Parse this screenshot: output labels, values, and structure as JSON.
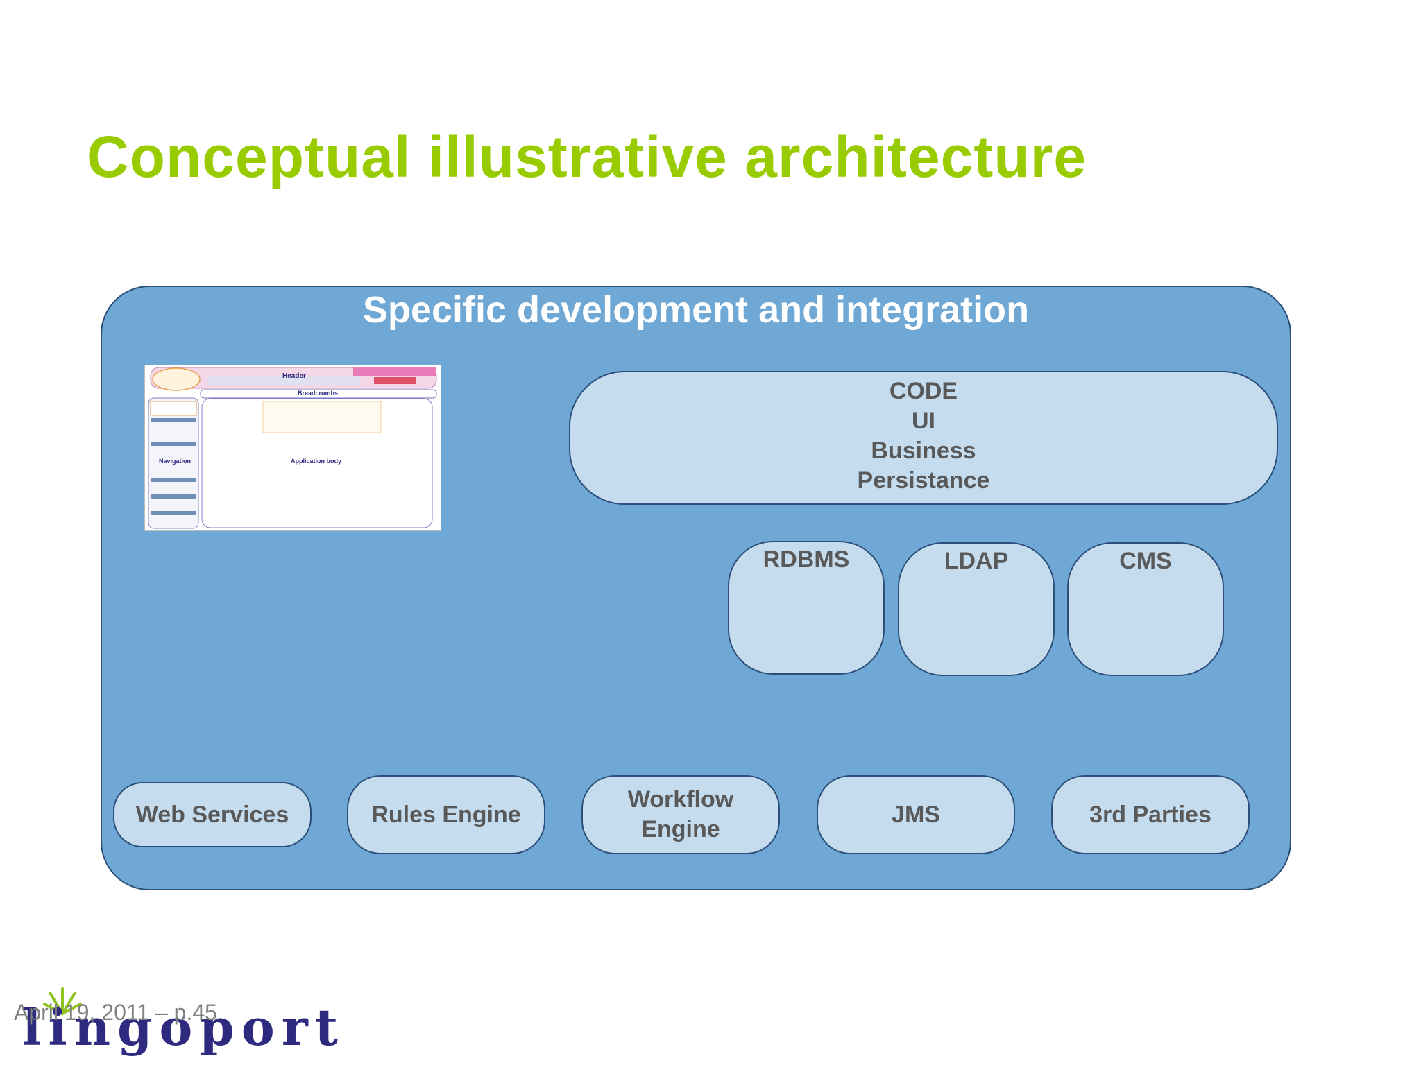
{
  "title": "Conceptual illustrative architecture",
  "outer_label": "Specific development and integration",
  "mockup": {
    "header": "Header",
    "breadcrumbs": "Breadcrumbs",
    "navigation": "Navigation",
    "application_body": "Application body"
  },
  "code_box": {
    "lines": [
      "CODE",
      "UI",
      "Business",
      "Persistance"
    ]
  },
  "data_stores": [
    "RDBMS",
    "LDAP",
    "CMS"
  ],
  "bottom": {
    "web_services": "Web Services",
    "rules_engine": "Rules Engine",
    "workflow_line1": "Workflow",
    "workflow_line2": "Engine",
    "jms": "JMS",
    "third_parties": "3rd Parties"
  },
  "footer": {
    "date": "April 19, 2011 – p.45",
    "logo_text": "lingoport"
  },
  "colors": {
    "title": "#99cc00",
    "outer_fill": "#6fa8d4",
    "inner_fill": "#c5dcee",
    "border": "#2c4f7a",
    "logo": "#2d2a7f"
  }
}
